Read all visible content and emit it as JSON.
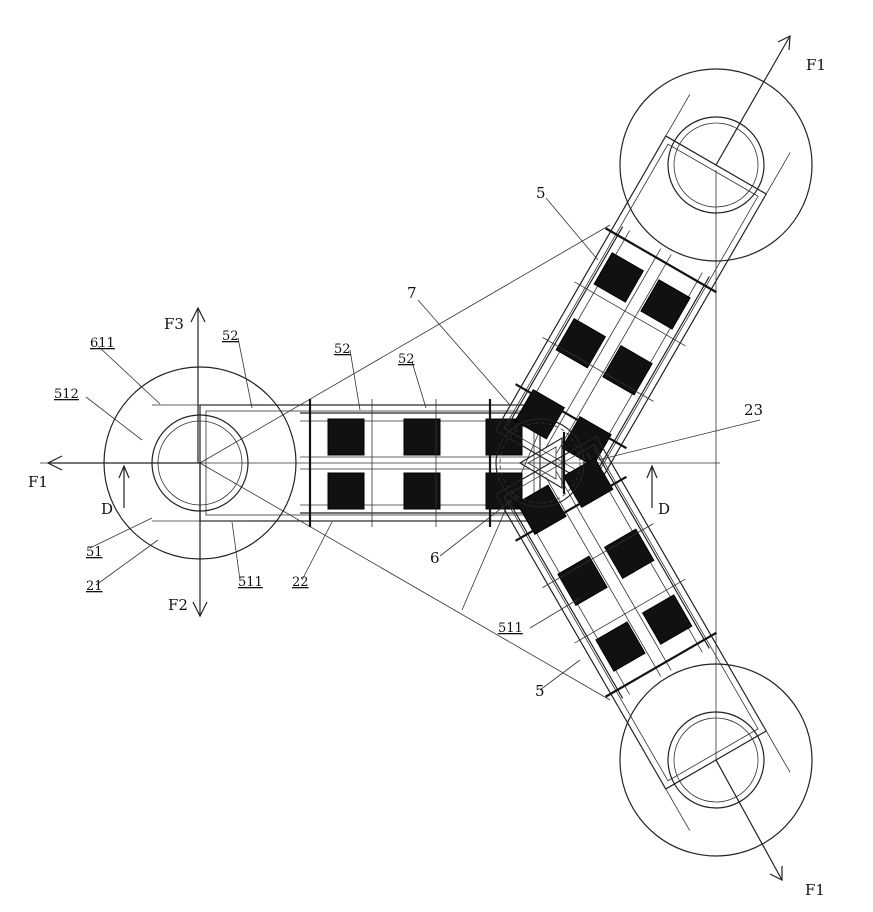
{
  "labels": {
    "f1_top": "F1",
    "f1_left": "F1",
    "f1_bottom": "F1",
    "f2": "F2",
    "f3": "F3",
    "d_left": "D",
    "d_right": "D",
    "n611": "611",
    "n512": "512",
    "n51": "51",
    "n21": "21",
    "n511_bottom": "511",
    "n22": "22",
    "n52_a": "52",
    "n52_b": "52",
    "n52_c": "52",
    "n7": "7",
    "n5_upper": "5",
    "n5_lower": "5",
    "n23": "23",
    "n6": "6",
    "n511_right": "511"
  }
}
